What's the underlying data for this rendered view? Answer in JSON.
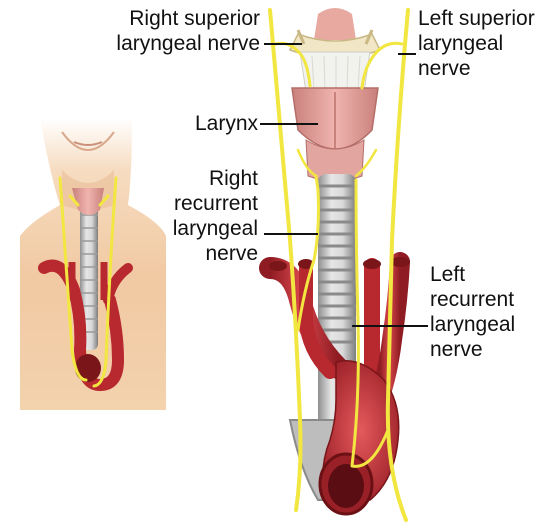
{
  "labels": {
    "right_superior": {
      "line1": "Right superior",
      "line2": "laryngeal nerve"
    },
    "left_superior": {
      "line1": "Left superior",
      "line2": "laryngeal",
      "line3": "nerve"
    },
    "larynx": {
      "line1": "Larynx"
    },
    "right_recurrent": {
      "line1": "Right",
      "line2": "recurrent",
      "line3": "laryngeal",
      "line4": "nerve"
    },
    "left_recurrent": {
      "line1": "Left",
      "line2": "recurrent",
      "line3": "laryngeal",
      "line4": "nerve"
    }
  },
  "colors": {
    "nerve": "#f2e640",
    "artery": "#c8323a",
    "artery_dark": "#8e1c22",
    "trachea": "#c9c9c9",
    "thyroid_cartilage": "#e8a8a4",
    "skin": "#f3cfa7",
    "label_text": "#111111"
  }
}
